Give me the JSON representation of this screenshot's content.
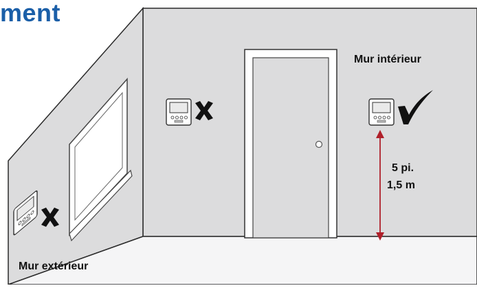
{
  "title": "ment",
  "labels": {
    "interior_wall": "Mur intérieur",
    "exterior_wall": "Mur  extérieur",
    "height_imperial": "5 pi.",
    "height_metric": "1,5 m"
  },
  "marks": {
    "bad_exterior_wall": "cross-icon",
    "bad_near_door": "cross-icon",
    "good_interior_wall": "checkmark-icon"
  },
  "colors": {
    "title": "#1b5fa8",
    "wall": "#dcdcdd",
    "floor": "#f5f5f6",
    "outline": "#2a2a2a",
    "arrow": "#b0202a"
  }
}
